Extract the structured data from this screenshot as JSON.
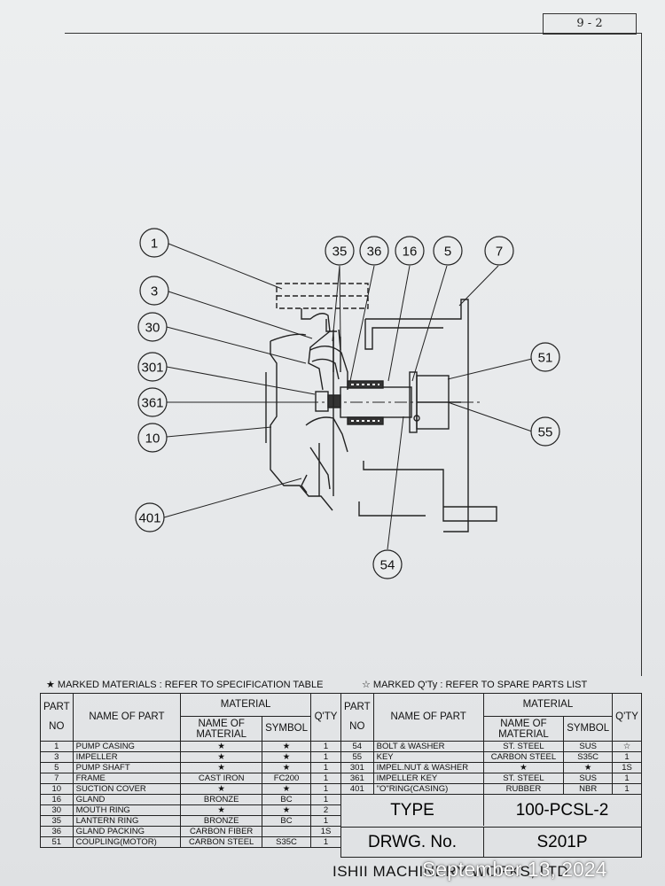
{
  "page_number": "9 - 2",
  "callouts": [
    "1",
    "3",
    "30",
    "301",
    "361",
    "10",
    "401",
    "35",
    "36",
    "16",
    "5",
    "7",
    "51",
    "55",
    "54"
  ],
  "notes": {
    "left": "★ MARKED MATERIALS : REFER TO SPECIFICATION TABLE",
    "right": "☆ MARKED Q'Ty : REFER TO SPARE PARTS LIST"
  },
  "table_headers": {
    "part_no_1": "PART",
    "part_no_2": "NO",
    "name_of_part": "NAME OF PART",
    "material": "MATERIAL",
    "name_of_material": "NAME OF MATERIAL",
    "symbol": "SYMBOL",
    "qty": "Q'TY"
  },
  "left_table": [
    {
      "no": "1",
      "name": "PUMP CASING",
      "material": "★",
      "symbol": "★",
      "qty": "1"
    },
    {
      "no": "3",
      "name": "IMPELLER",
      "material": "★",
      "symbol": "★",
      "qty": "1"
    },
    {
      "no": "5",
      "name": "PUMP SHAFT",
      "material": "★",
      "symbol": "★",
      "qty": "1"
    },
    {
      "no": "7",
      "name": "FRAME",
      "material": "CAST IRON",
      "symbol": "FC200",
      "qty": "1"
    },
    {
      "no": "10",
      "name": "SUCTION COVER",
      "material": "★",
      "symbol": "★",
      "qty": "1"
    },
    {
      "no": "16",
      "name": "GLAND",
      "material": "BRONZE",
      "symbol": "BC",
      "qty": "1"
    },
    {
      "no": "30",
      "name": "MOUTH RING",
      "material": "★",
      "symbol": "★",
      "qty": "2"
    },
    {
      "no": "35",
      "name": "LANTERN RING",
      "material": "BRONZE",
      "symbol": "BC",
      "qty": "1"
    },
    {
      "no": "36",
      "name": "GLAND PACKING",
      "material": "CARBON FIBER",
      "symbol": "",
      "qty": "1S"
    },
    {
      "no": "51",
      "name": "COUPLING(MOTOR)",
      "material": "CARBON STEEL",
      "symbol": "S35C",
      "qty": "1"
    }
  ],
  "right_table": [
    {
      "no": "54",
      "name": "BOLT & WASHER",
      "material": "ST. STEEL",
      "symbol": "SUS",
      "qty": "☆"
    },
    {
      "no": "55",
      "name": "KEY",
      "material": "CARBON STEEL",
      "symbol": "S35C",
      "qty": "1"
    },
    {
      "no": "301",
      "name": "IMPEL.NUT & WASHER",
      "material": "★",
      "symbol": "★",
      "qty": "1S"
    },
    {
      "no": "361",
      "name": "IMPELLER KEY",
      "material": "ST. STEEL",
      "symbol": "SUS",
      "qty": "1"
    },
    {
      "no": "401",
      "name": "\"O\"RING(CASING)",
      "material": "RUBBER",
      "symbol": "NBR",
      "qty": "1"
    }
  ],
  "type_label": "TYPE",
  "type_value": "100-PCSL-2",
  "drawing_label": "DRWG.  No.",
  "drawing_value": "S201P",
  "company": "ISHII MACHINERY WORKS, LTD.",
  "timestamp": "September 13, 2024"
}
